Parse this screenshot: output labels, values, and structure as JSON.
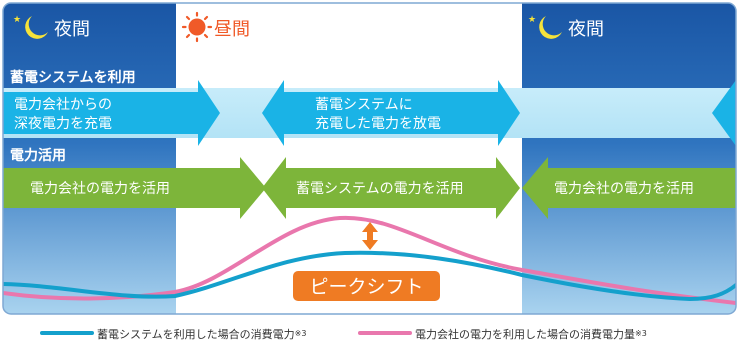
{
  "periods": {
    "night_left": "夜間",
    "day": "昼間",
    "night_right": "夜間"
  },
  "section_titles": {
    "storage": "蓄電システムを利用",
    "grid": "電力活用"
  },
  "storage_row": {
    "left_line1": "電力会社からの",
    "left_line2": "深夜電力を充電",
    "center_line1": "蓄電システムに",
    "center_line2": "充電した電力を放電"
  },
  "grid_row": {
    "left": "電力会社の電力を活用",
    "center": "蓄電システムの電力を活用",
    "right": "電力会社の電力を活用"
  },
  "peak_shift_label": "ピークシフト",
  "legend": {
    "storage_label": "蓄電システムを利用した場合の消費電力",
    "storage_note": "※3",
    "grid_label": "電力会社の電力を利用した場合の消費電力量",
    "grid_note": "※3"
  },
  "colors": {
    "night_blue": "#1e5aa8",
    "day_white": "#ffffff",
    "cyan_arrow": "#1ab3e6",
    "light_cyan": "#bfe9f8",
    "green_arrow": "#7db53a",
    "orange": "#ef7b23",
    "storage_curve": "#14a0cc",
    "grid_curve": "#e977ad"
  },
  "icons": {
    "moon": "moon-star-icon",
    "sun": "sun-icon"
  }
}
